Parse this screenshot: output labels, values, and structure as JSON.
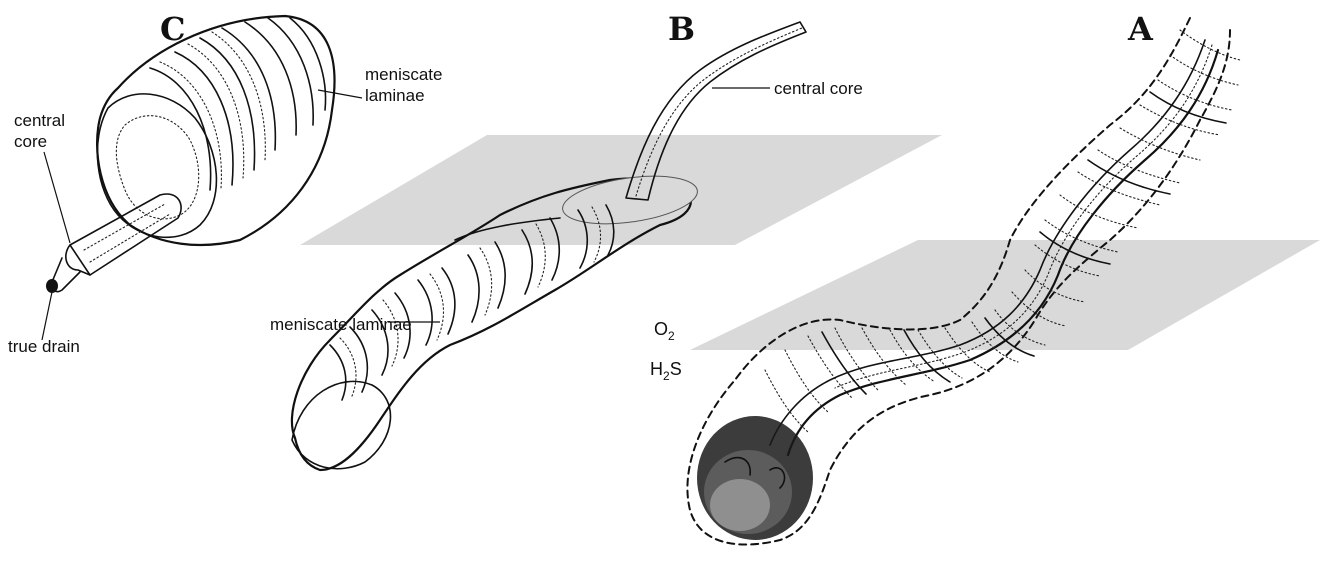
{
  "panels": {
    "a": {
      "letter": "A"
    },
    "b": {
      "letter": "B",
      "label_central_core": "central core",
      "label_meniscate": "meniscate laminae"
    },
    "c": {
      "letter": "C",
      "label_central": "central",
      "label_core": "core",
      "label_meniscate_1": "meniscate",
      "label_laminae_1": "laminae",
      "label_true_drain": "true drain"
    }
  },
  "chemistry": {
    "o2_base": "O",
    "o2_sub": "2",
    "h2s_base": "H",
    "h2s_sub": "2",
    "h2s_tail": "S"
  },
  "colors": {
    "ink": "#111111",
    "plane": "#d9d9d9",
    "background": "#ffffff"
  }
}
